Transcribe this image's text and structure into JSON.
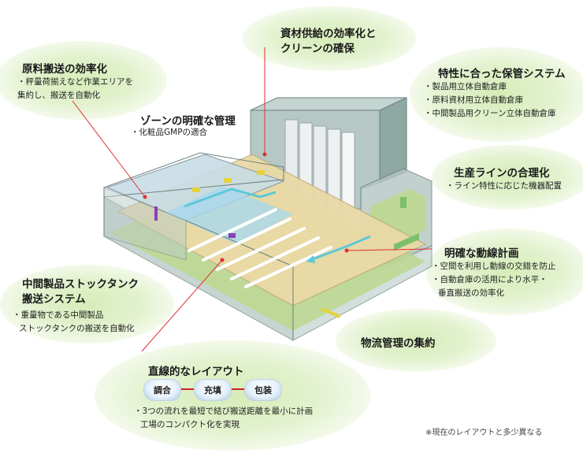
{
  "callouts": {
    "material_transport": {
      "title": "原料搬送の効率化",
      "bullets": [
        "・秤量荷揃えなど作業エリアを",
        "集約し、搬送を自動化"
      ]
    },
    "zone_management": {
      "title": "ゾーンの明確な管理",
      "bullets": [
        "・化粧品GMPの適合"
      ]
    },
    "material_supply": {
      "title_lines": [
        "資材供給の効率化と",
        "クリーンの確保"
      ]
    },
    "storage_system": {
      "title": "特性に合った保管システム",
      "bullets": [
        "・製品用立体自動倉庫",
        "・原料資材用立体自動倉庫",
        "・中間製品用クリーン立体自動倉庫"
      ]
    },
    "production_line": {
      "title": "生産ラインの合理化",
      "bullets": [
        "・ライン特性に応じた機器配置"
      ]
    },
    "flow_plan": {
      "title": "明確な動線計画",
      "bullets": [
        "・空間を利用し動線の交錯を防止",
        "・自動倉庫の活用により水平・",
        "垂直搬送の効率化"
      ]
    },
    "stock_tank": {
      "title_lines": [
        "中間製品ストックタンク",
        "搬送システム"
      ],
      "bullets": [
        "・重量物である中間製品",
        "ストックタンクの搬送を自動化"
      ]
    },
    "logistics": {
      "title": "物流管理の集約"
    },
    "linear_layout": {
      "title": "直線的なレイアウト",
      "steps": [
        "調合",
        "充填",
        "包装"
      ],
      "bullets": [
        "・3つの流れを最短で結び搬送距離を最小に計画",
        "工場のコンパクト化を実現"
      ]
    }
  },
  "footnote": "※現在のレイアウトと多少異なる",
  "colors": {
    "blob": "#d6ecb8",
    "leader_line": "#e03030",
    "arrow": "#d42020",
    "glass": "#9fb8b4",
    "floor_tan": "#ead9a6",
    "floor_green": "#bcd88e",
    "water_blue": "#a8d8ee"
  }
}
